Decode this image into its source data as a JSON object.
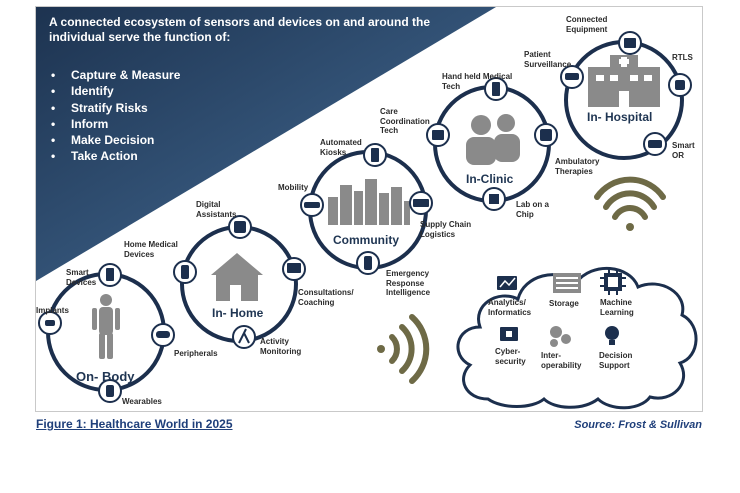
{
  "header": {
    "headline": "A connected ecosystem of sensors and devices on and around the individual serve the function of:",
    "functions": [
      "Capture & Measure",
      "Identify",
      "Stratify Risks",
      "Inform",
      "Make Decision",
      "Take Action"
    ]
  },
  "hubs": {
    "on_body": {
      "title": "On- Body",
      "spokes": {
        "smart_devices": "Smart\nDevices",
        "implants": "Implants",
        "peripherals": "Peripherals",
        "wearables": "Wearables"
      }
    },
    "in_home": {
      "title": "In- Home",
      "spokes": {
        "digital_assistants": "Digital\nAssistants",
        "home_medical_devices": "Home Medical\nDevices",
        "consultations": "Consultations/\nCoaching",
        "activity_monitoring": "Activity\nMonitoring"
      }
    },
    "community": {
      "title": "Community",
      "spokes": {
        "automated_kiosks": "Automated\nKiosks",
        "mobility": "Mobility",
        "supply_chain": "Supply Chain\nLogistics",
        "emergency": "Emergency\nResponse\nIntelligence"
      }
    },
    "in_clinic": {
      "title": "In-Clinic",
      "spokes": {
        "handheld": "Hand held Medical\nTech",
        "care_coordination": "Care\nCoordination\nTech",
        "ambulatory": "Ambulatory\nTherapies",
        "lab_on_chip": "Lab on a\nChip"
      }
    },
    "in_hospital": {
      "title": "In- Hospital",
      "spokes": {
        "connected_equipment": "Connected\nEquipment",
        "patient_surveillance": "Patient\nSurveillance",
        "rtls": "RTLS",
        "smart_or": "Smart\nOR"
      }
    }
  },
  "cloud": {
    "items": {
      "analytics": "Analytics/\nInformatics",
      "storage": "Storage",
      "machine_learning": "Machine\nLearning",
      "cyber_security": "Cyber-\nsecurity",
      "interoperability": "Inter-\noperability",
      "decision_support": "Decision\nSupport"
    }
  },
  "footer": {
    "caption": "Figure 1: Healthcare World in 2025",
    "source": "Source: Frost & Sullivan"
  },
  "colors": {
    "navy": "#1f3552",
    "navy_light": "#3b5f86",
    "ring": "#1c2f4d",
    "wave": "#6e6a46",
    "text_dark": "#2b2b2b",
    "caption_blue": "#1f3f7a"
  },
  "icons": {
    "person": "person-icon",
    "house": "house-icon",
    "city": "city-icon",
    "doctors": "doctors-icon",
    "hospital": "hospital-icon",
    "cloud": "cloud-icon",
    "wifi": "wifi-signal-icon"
  }
}
